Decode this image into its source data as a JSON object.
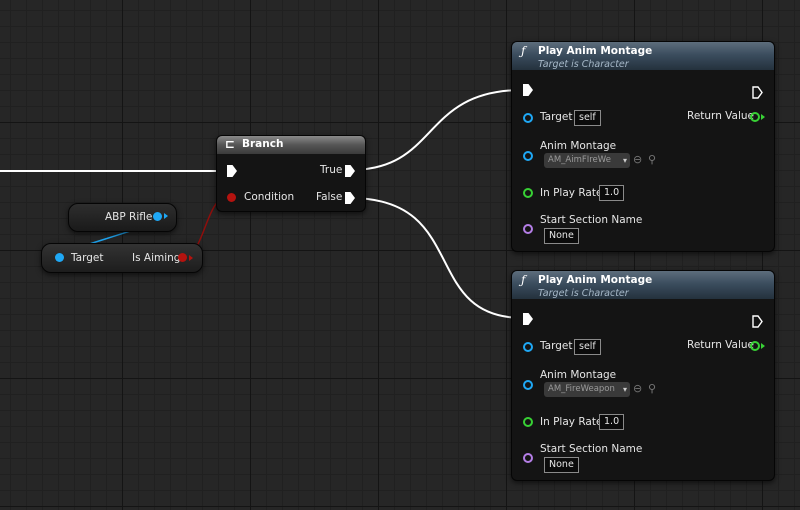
{
  "colors": {
    "exec": "#ffffff",
    "object": "#1fa8f5",
    "boolean": "#b4130f",
    "float": "#38d135",
    "name": "#b47ee6"
  },
  "var_node": {
    "label": "ABP Rifle"
  },
  "getter_node": {
    "input_label": "Target",
    "output_label": "Is Aiming"
  },
  "branch": {
    "icon": "branch-icon",
    "title": "Branch",
    "condition_label": "Condition",
    "true_label": "True",
    "false_label": "False"
  },
  "montage_nodes": [
    {
      "icon": "function-icon",
      "title": "Play Anim Montage",
      "subtitle": "Target is Character",
      "target_label": "Target",
      "target_value": "self",
      "return_label": "Return Value",
      "montage_label": "Anim Montage",
      "montage_value": "AM_AimFIreWe",
      "rate_label": "In Play Rate",
      "rate_value": "1.0",
      "section_label": "Start Section Name",
      "section_value": "None"
    },
    {
      "icon": "function-icon",
      "title": "Play Anim Montage",
      "subtitle": "Target is Character",
      "target_label": "Target",
      "target_value": "self",
      "return_label": "Return Value",
      "montage_label": "Anim Montage",
      "montage_value": "AM_FireWeapon",
      "rate_label": "In Play Rate",
      "rate_value": "1.0",
      "section_label": "Start Section Name",
      "section_value": "None"
    }
  ]
}
